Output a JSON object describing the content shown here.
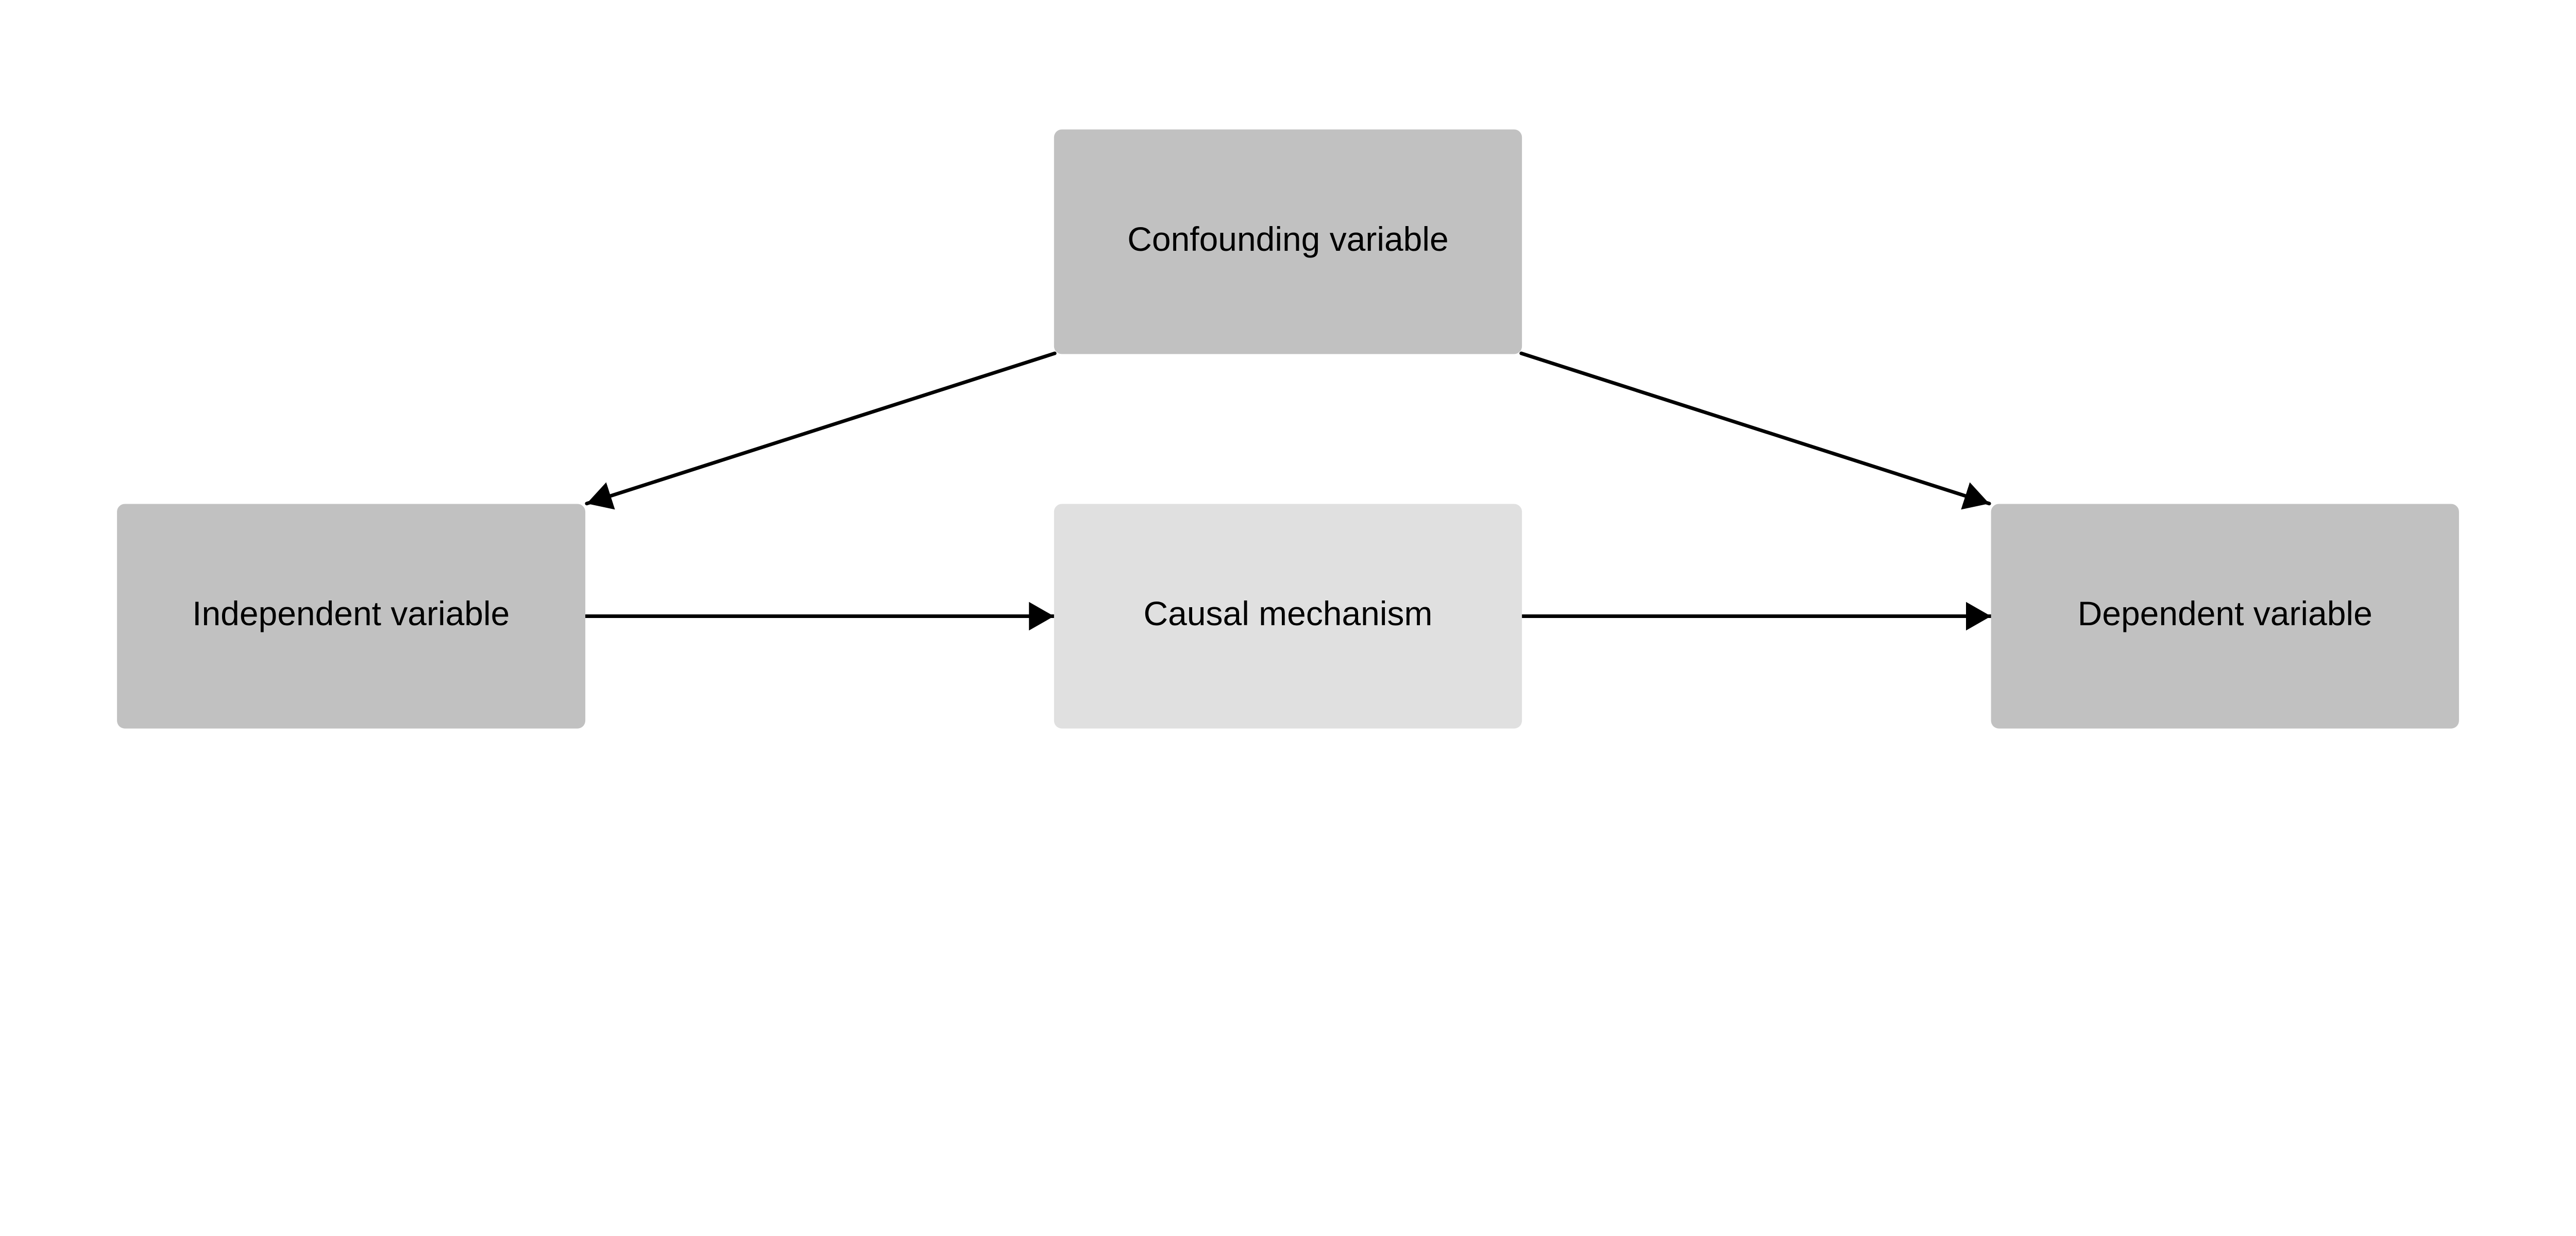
{
  "diagram": {
    "nodes": {
      "confounding": {
        "label": "Confounding variable",
        "fill": "#c1c1c1"
      },
      "independent": {
        "label": "Independent variable",
        "fill": "#c1c1c1"
      },
      "mechanism": {
        "label": "Causal mechanism",
        "fill": "#e0e0e0"
      },
      "dependent": {
        "label": "Dependent variable",
        "fill": "#c1c1c1"
      }
    },
    "edges": [
      {
        "from": "Confounding variable",
        "to": "Independent variable"
      },
      {
        "from": "Confounding variable",
        "to": "Dependent variable"
      },
      {
        "from": "Independent variable",
        "to": "Causal mechanism"
      },
      {
        "from": "Causal mechanism",
        "to": "Dependent variable"
      }
    ],
    "edge_color": "#000000"
  }
}
